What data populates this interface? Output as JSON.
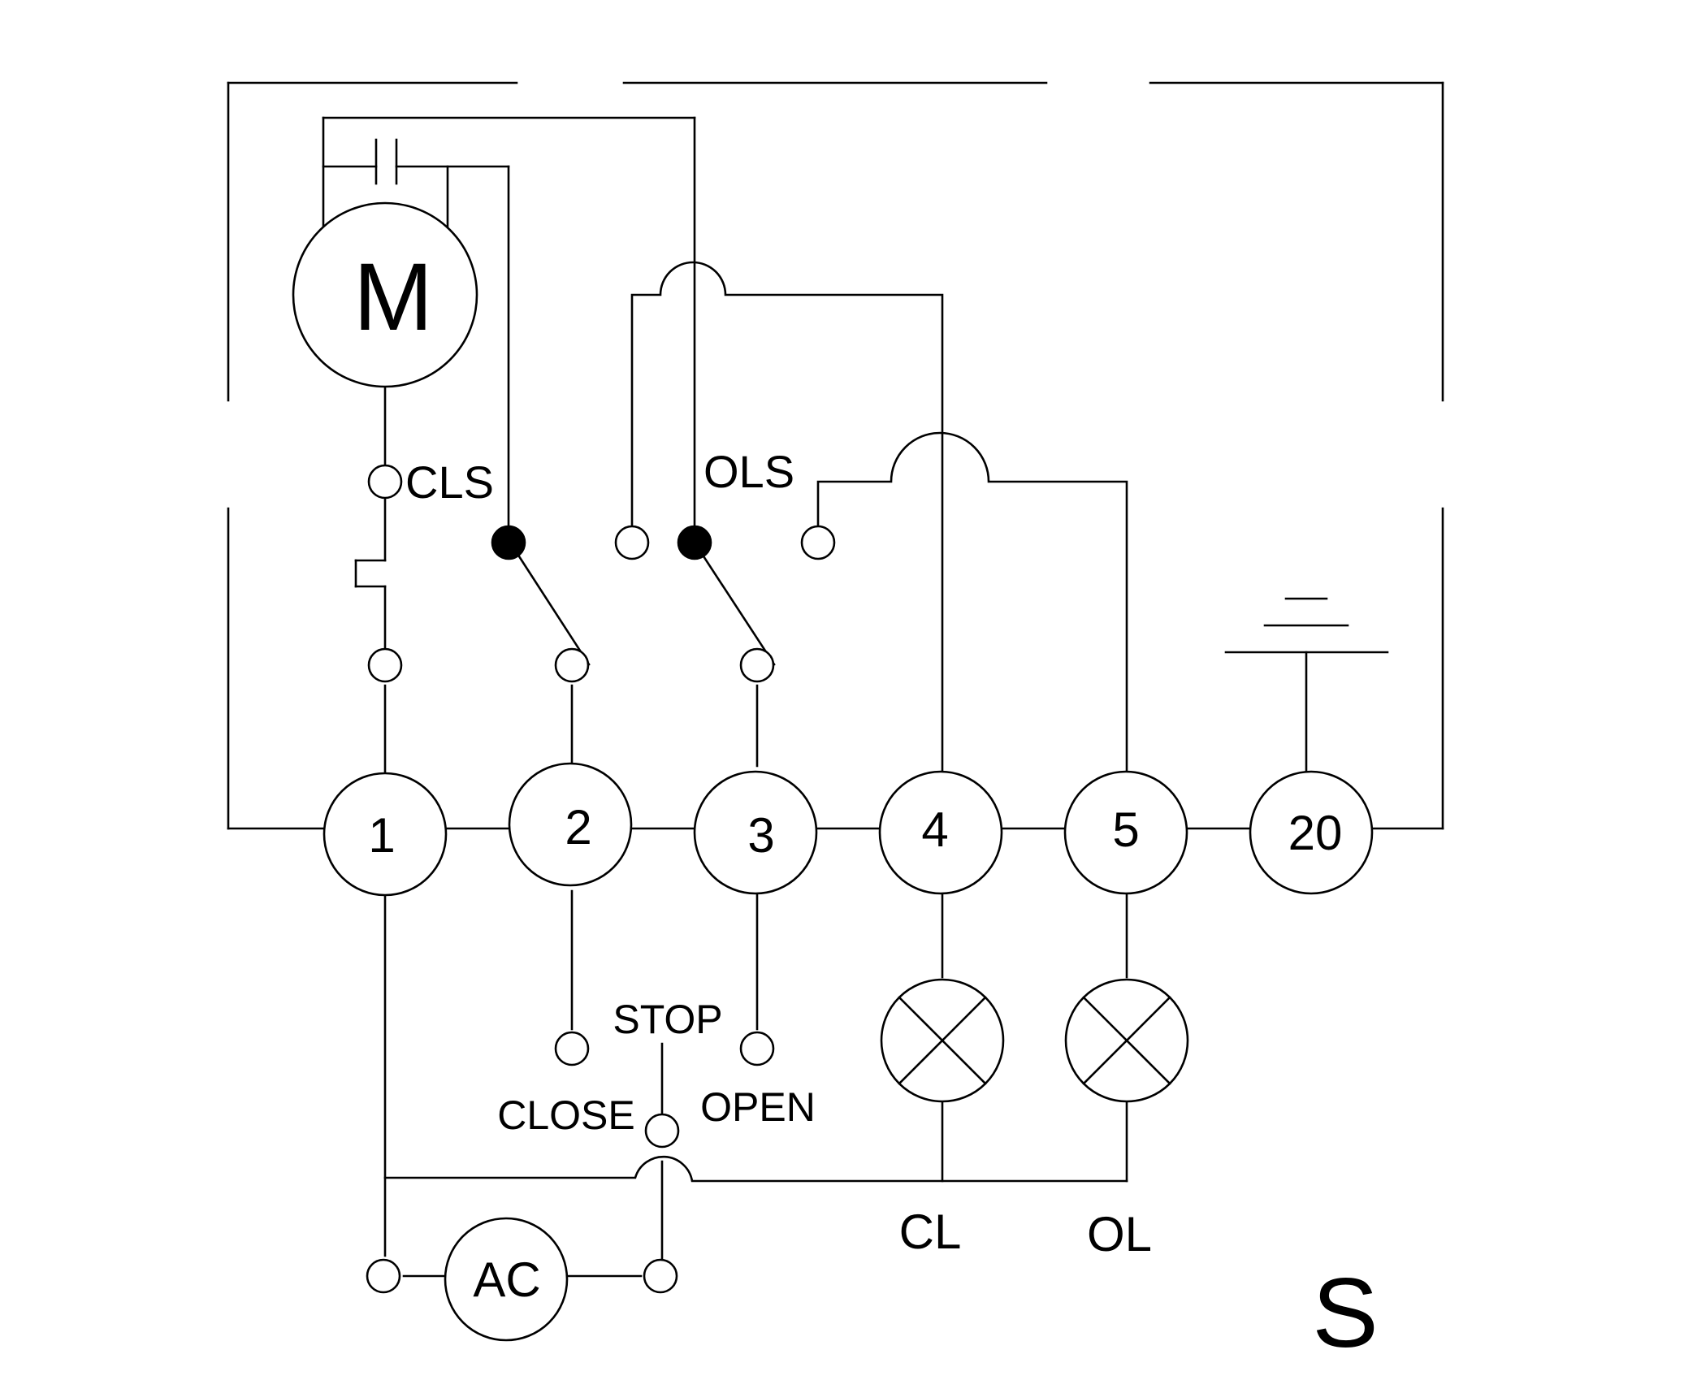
{
  "colors": {
    "line": "#000000",
    "background": "#ffffff"
  },
  "motor": {
    "label": "M"
  },
  "limit_switches": {
    "close": "CLS",
    "open": "OLS"
  },
  "terminals": [
    "1",
    "2",
    "3",
    "4",
    "5",
    "20"
  ],
  "selector": {
    "close": "CLOSE",
    "stop": "STOP",
    "open": "OPEN"
  },
  "supply": {
    "label": "AC"
  },
  "lamps": {
    "close": "CL",
    "open": "OL"
  },
  "corner_label": "S"
}
